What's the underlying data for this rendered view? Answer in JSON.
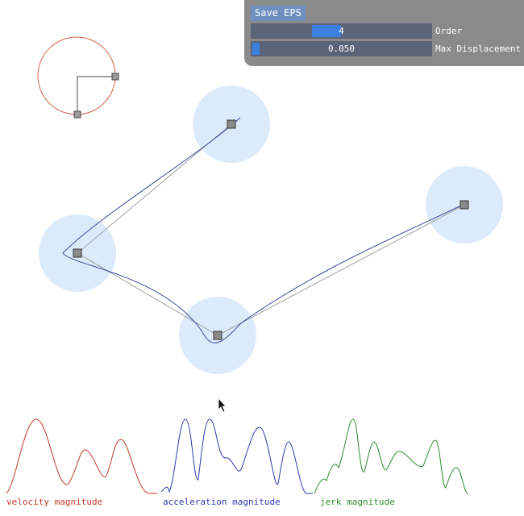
{
  "toolbar": {
    "save_label": "Save EPS"
  },
  "sliders": {
    "order": {
      "label": "Order",
      "value": "4",
      "fraction": 0.17
    },
    "max_displacement": {
      "label": "Max Displacement",
      "value": "0.050",
      "fraction": 0.04
    }
  },
  "plots": {
    "velocity": {
      "label": "velocity magnitude",
      "color": "#c0392b"
    },
    "acceleration": {
      "label": "acceleration magnitude",
      "color": "#2c3aa8"
    },
    "jerk": {
      "label": "jerk magnitude",
      "color": "#2d8a2d"
    }
  },
  "colors": {
    "zone": "#dcebfb",
    "curve": "#3a4a9a",
    "polyline": "#a0a0a0",
    "handle_fill": "#8a8a8a",
    "handle_stroke": "#333333",
    "orientation_circle": "#d0604a"
  },
  "icons": {
    "cursor": "mouse-pointer-icon",
    "handle": "control-point-handle-icon"
  }
}
